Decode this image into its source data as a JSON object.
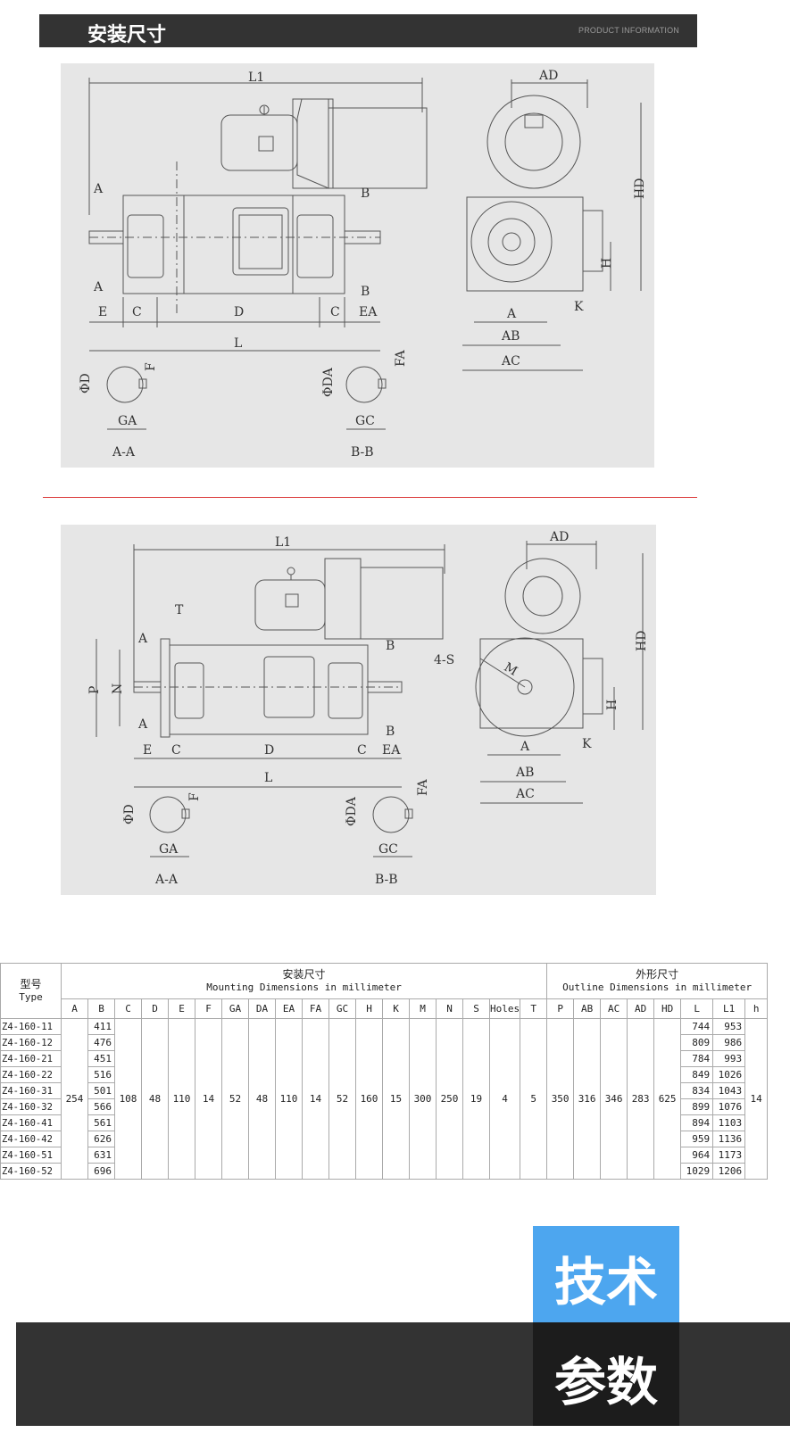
{
  "header": {
    "title": "安装尺寸",
    "subtitle": "PRODUCT INFORMATION"
  },
  "diagram1": {
    "labels": {
      "L1": "L1",
      "AD": "AD",
      "HD": "HD",
      "A": "A",
      "B": "B",
      "E": "E",
      "C": "C",
      "D": "D",
      "EA": "EA",
      "L": "L",
      "H": "H",
      "K": "K",
      "AB": "AB",
      "AC": "AC",
      "phiD": "ΦD",
      "F": "F",
      "GA": "GA",
      "phiDA": "ΦDA",
      "FA": "FA",
      "GC": "GC",
      "secA": "A-A",
      "secB": "B-B"
    }
  },
  "diagram2": {
    "labels": {
      "L1": "L1",
      "AD": "AD",
      "HD": "HD",
      "T": "T",
      "A": "A",
      "B": "B",
      "P": "P",
      "N": "N",
      "E": "E",
      "C": "C",
      "D": "D",
      "EA": "EA",
      "L": "L",
      "S4": "4-S",
      "M": "M",
      "H": "H",
      "K": "K",
      "AB": "AB",
      "AC": "AC",
      "phiD": "ΦD",
      "F": "F",
      "GA": "GA",
      "phiDA": "ΦDA",
      "FA": "FA",
      "GC": "GC",
      "secA": "A-A",
      "secB": "B-B"
    }
  },
  "table": {
    "type_header": {
      "cn": "型号",
      "en": "Type"
    },
    "mount_header": {
      "cn": "安装尺寸",
      "en": "Mounting Dimensions in millimeter"
    },
    "outline_header": {
      "cn": "外形尺寸",
      "en": "Outline Dimensions in millimeter"
    },
    "cols": [
      "A",
      "B",
      "C",
      "D",
      "E",
      "F",
      "GA",
      "DA",
      "EA",
      "FA",
      "GC",
      "H",
      "K",
      "M",
      "N",
      "S",
      "Holes",
      "T",
      "P",
      "AB",
      "AC",
      "AD",
      "HD",
      "L",
      "L1",
      "h"
    ],
    "rows": [
      {
        "type": "Z4-160-11",
        "B": "411",
        "L": "744",
        "L1": "953"
      },
      {
        "type": "Z4-160-12",
        "B": "476",
        "L": "809",
        "L1": "986"
      },
      {
        "type": "Z4-160-21",
        "B": "451",
        "L": "784",
        "L1": "993"
      },
      {
        "type": "Z4-160-22",
        "B": "516",
        "L": "849",
        "L1": "1026"
      },
      {
        "type": "Z4-160-31",
        "B": "501",
        "L": "834",
        "L1": "1043"
      },
      {
        "type": "Z4-160-32",
        "B": "566",
        "L": "899",
        "L1": "1076"
      },
      {
        "type": "Z4-160-41",
        "B": "561",
        "L": "894",
        "L1": "1103"
      },
      {
        "type": "Z4-160-42",
        "B": "626",
        "L": "959",
        "L1": "1136"
      },
      {
        "type": "Z4-160-51",
        "B": "631",
        "L": "964",
        "L1": "1173"
      },
      {
        "type": "Z4-160-52",
        "B": "696",
        "L": "1029",
        "L1": "1206"
      }
    ],
    "common": {
      "A": "254",
      "C": "108",
      "D": "48",
      "E": "110",
      "F": "14",
      "GA": "52",
      "DA": "48",
      "EA": "110",
      "FA": "14",
      "GC": "52",
      "H": "160",
      "K": "15",
      "M": "300",
      "N": "250",
      "S": "19",
      "Holes": "4",
      "T": "5",
      "P": "350",
      "AB": "316",
      "AC": "346",
      "AD": "283",
      "HD": "625",
      "h": "14"
    }
  },
  "footer": {
    "line1": "技术",
    "line2": "参数"
  },
  "colors": {
    "header_bg": "#333333",
    "blue": "#4da6ef",
    "dark": "#1c1c1c",
    "rule": "#dd4444"
  }
}
